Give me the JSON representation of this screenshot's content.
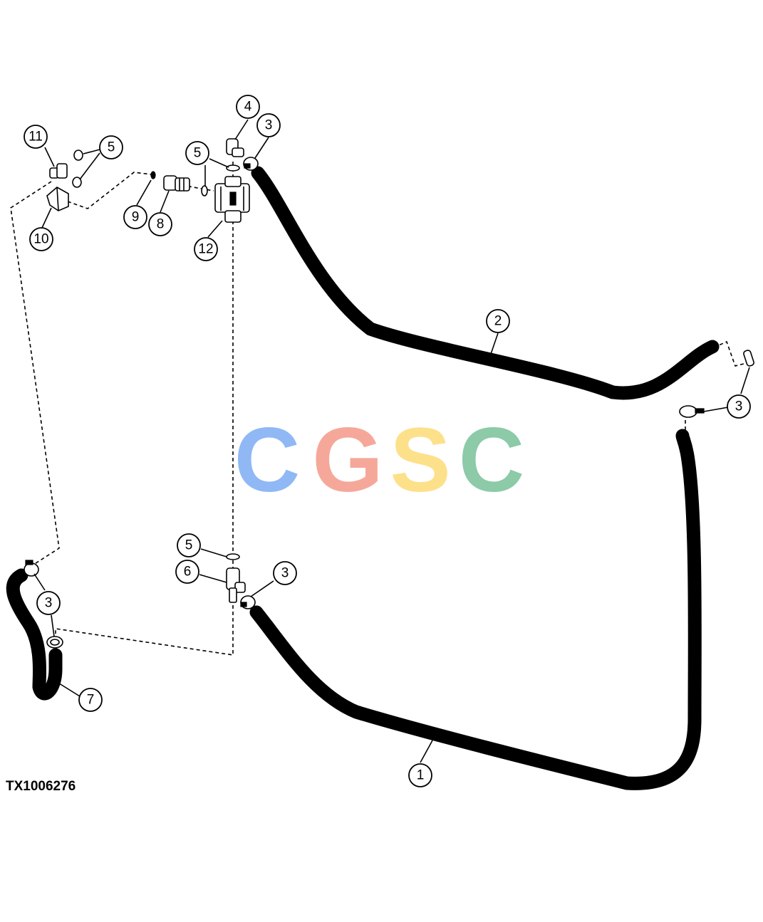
{
  "reference_code": "TX1006276",
  "watermark": {
    "letters": [
      {
        "char": "C",
        "color": "#8fb8f5"
      },
      {
        "char": "G",
        "color": "#f5a89a"
      },
      {
        "char": "S",
        "color": "#fde08a"
      },
      {
        "char": "C",
        "color": "#8ccaa8"
      }
    ]
  },
  "callouts": [
    {
      "id": "c1",
      "label": "1"
    },
    {
      "id": "c2",
      "label": "2"
    },
    {
      "id": "c3a",
      "label": "3"
    },
    {
      "id": "c3b",
      "label": "3"
    },
    {
      "id": "c3c",
      "label": "3"
    },
    {
      "id": "c3d",
      "label": "3"
    },
    {
      "id": "c4",
      "label": "4"
    },
    {
      "id": "c5a",
      "label": "5"
    },
    {
      "id": "c5b",
      "label": "5"
    },
    {
      "id": "c5c",
      "label": "5"
    },
    {
      "id": "c6",
      "label": "6"
    },
    {
      "id": "c7",
      "label": "7"
    },
    {
      "id": "c8",
      "label": "8"
    },
    {
      "id": "c9",
      "label": "9"
    },
    {
      "id": "c10",
      "label": "10"
    },
    {
      "id": "c11",
      "label": "11"
    },
    {
      "id": "c12",
      "label": "12"
    }
  ]
}
